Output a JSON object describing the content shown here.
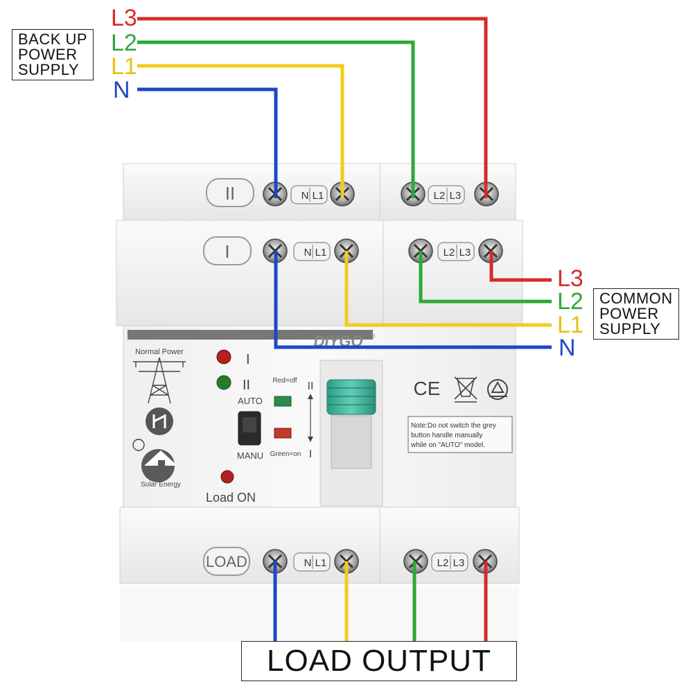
{
  "colors": {
    "L3": "#d62b2b",
    "L2": "#2ea836",
    "L1": "#f2cc1a",
    "N": "#1f47c4"
  },
  "backup_supply": {
    "label_lines": [
      "BACK UP",
      "POWER",
      "SUPPLY"
    ],
    "wires": [
      "L3",
      "L2",
      "L1",
      "N"
    ]
  },
  "common_supply": {
    "label_lines": [
      "COMMON",
      "POWER",
      "SUPPLY"
    ],
    "wires": [
      "L3",
      "L2",
      "L1",
      "N"
    ]
  },
  "load_output": {
    "label": "LOAD OUTPUT"
  },
  "device": {
    "brand": "DIYGO",
    "brand_mark": "®",
    "top_row": {
      "label": "II",
      "terminals": [
        "N",
        "L1",
        "L2",
        "L3"
      ]
    },
    "second_row": {
      "label": "I",
      "terminals": [
        "N",
        "L1",
        "L2",
        "L3"
      ]
    },
    "bottom_row": {
      "label": "LOAD",
      "terminals": [
        "N",
        "L1",
        "L2",
        "L3"
      ]
    },
    "normal_power": "Normal Power",
    "solar_energy": "Solar Energy",
    "indicator_1": "I",
    "indicator_2": "II",
    "auto": "AUTO",
    "manu": "MANU",
    "load_on": "Load ON",
    "red_off": "Red=off",
    "green_on": "Green=on",
    "scale_top": "II",
    "scale_bottom": "I",
    "ce_mark": "CE",
    "note_lines": [
      "Note:Do not switch the grey",
      "button handle manually",
      "while on \"AUTO\" model."
    ]
  }
}
